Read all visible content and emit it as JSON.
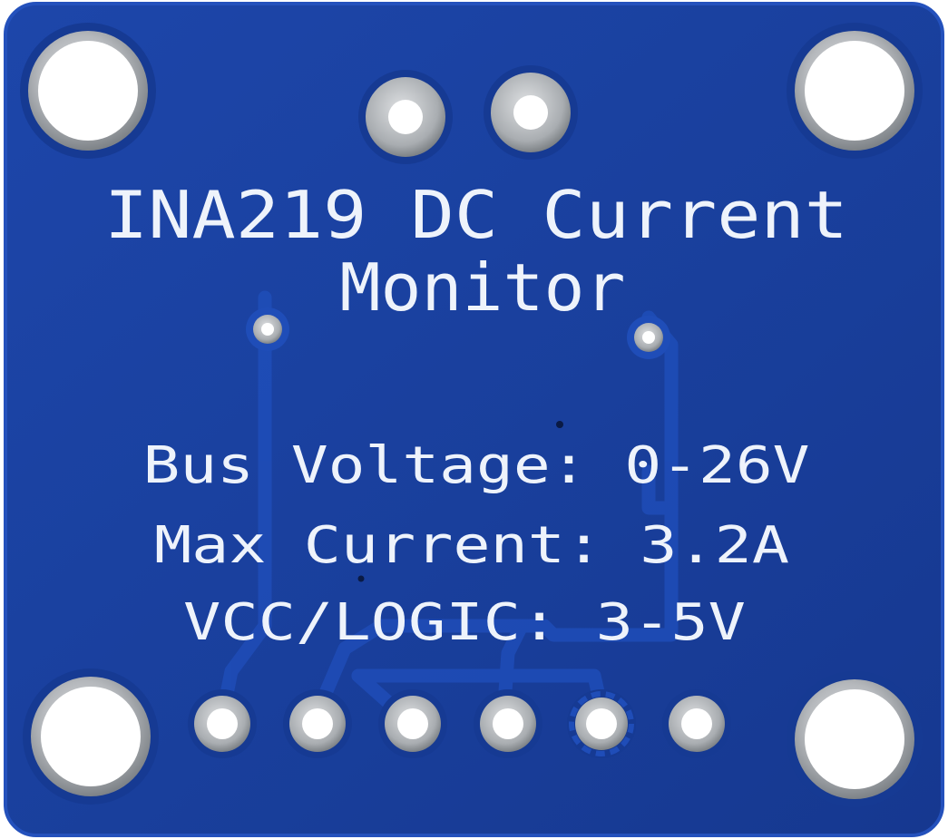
{
  "board": {
    "title_line1": "INA219 DC Current",
    "title_line2": "Monitor",
    "spec_bus_voltage": "Bus Voltage: 0-26V",
    "spec_max_current": "Max Current: 3.2A",
    "spec_vcc_logic": "VCC/LOGIC: 3-5V"
  },
  "colors": {
    "pcb": "#1a3f9e",
    "pcb_edge": "#1d48b2",
    "trace": "#1f4db8",
    "silkscreen": "#eef3fb",
    "metal": "#b9bcc0",
    "hole": "#ffffff"
  },
  "components": {
    "mounting_holes": 4,
    "terminal_pads": 2,
    "header_pins": 6,
    "vias": 2
  }
}
